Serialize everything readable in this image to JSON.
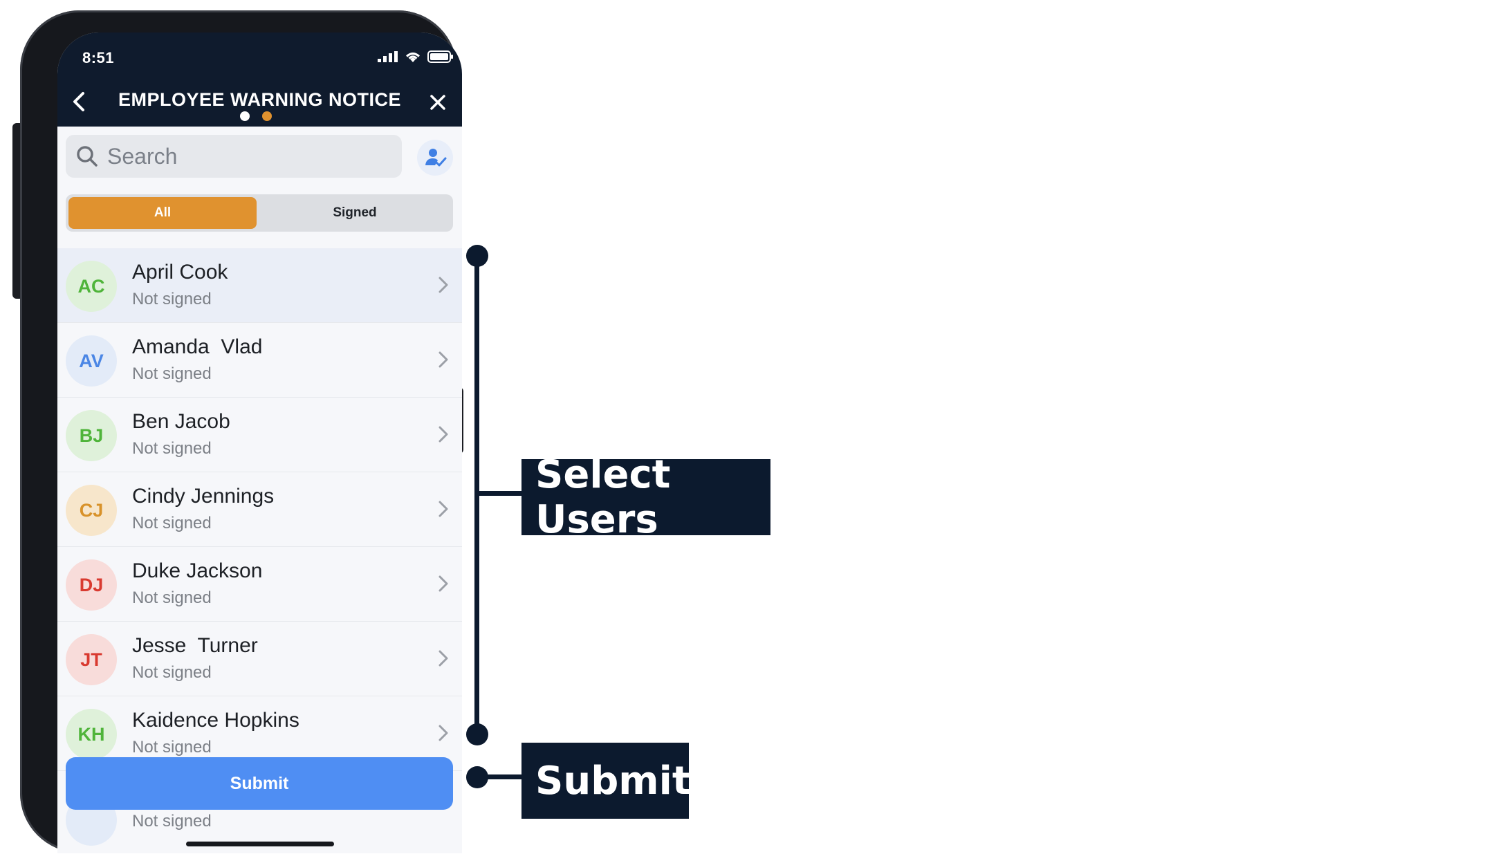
{
  "status_bar": {
    "time": "8:51"
  },
  "header": {
    "title": "EMPLOYEE WARNING NOTICE",
    "page_indicator": {
      "count": 2,
      "active": 2
    },
    "colors": {
      "background": "#0f1b2d",
      "dot_inactive": "#ffffff",
      "dot_active": "#e0922f"
    }
  },
  "search": {
    "placeholder": "Search"
  },
  "filter_tabs": [
    {
      "label": "All",
      "selected": true
    },
    {
      "label": "Signed",
      "selected": false
    }
  ],
  "users": [
    {
      "initials": "AC",
      "name": "April Cook",
      "status": "Not signed",
      "color": "#4fb43a",
      "bg": "#dff1da"
    },
    {
      "initials": "AV",
      "name": "Amanda  Vlad",
      "status": "Not signed",
      "color": "#4b86e5",
      "bg": "#e3ebf8"
    },
    {
      "initials": "BJ",
      "name": "Ben Jacob",
      "status": "Not signed",
      "color": "#4fb43a",
      "bg": "#dff1da"
    },
    {
      "initials": "CJ",
      "name": "Cindy Jennings",
      "status": "Not signed",
      "color": "#d8922a",
      "bg": "#f7e6cb"
    },
    {
      "initials": "DJ",
      "name": "Duke Jackson",
      "status": "Not signed",
      "color": "#d93a30",
      "bg": "#f8dcda"
    },
    {
      "initials": "JT",
      "name": "Jesse  Turner",
      "status": "Not signed",
      "color": "#d93a30",
      "bg": "#f8dcda"
    },
    {
      "initials": "KH",
      "name": "Kaidence Hopkins",
      "status": "Not signed",
      "color": "#4fb43a",
      "bg": "#dff1da"
    }
  ],
  "partial_row": {
    "status": "Not signed"
  },
  "submit": {
    "label": "Submit",
    "color": "#4f8ef3"
  },
  "annotations": {
    "select_users": "Select Users",
    "submit": "Submit"
  }
}
